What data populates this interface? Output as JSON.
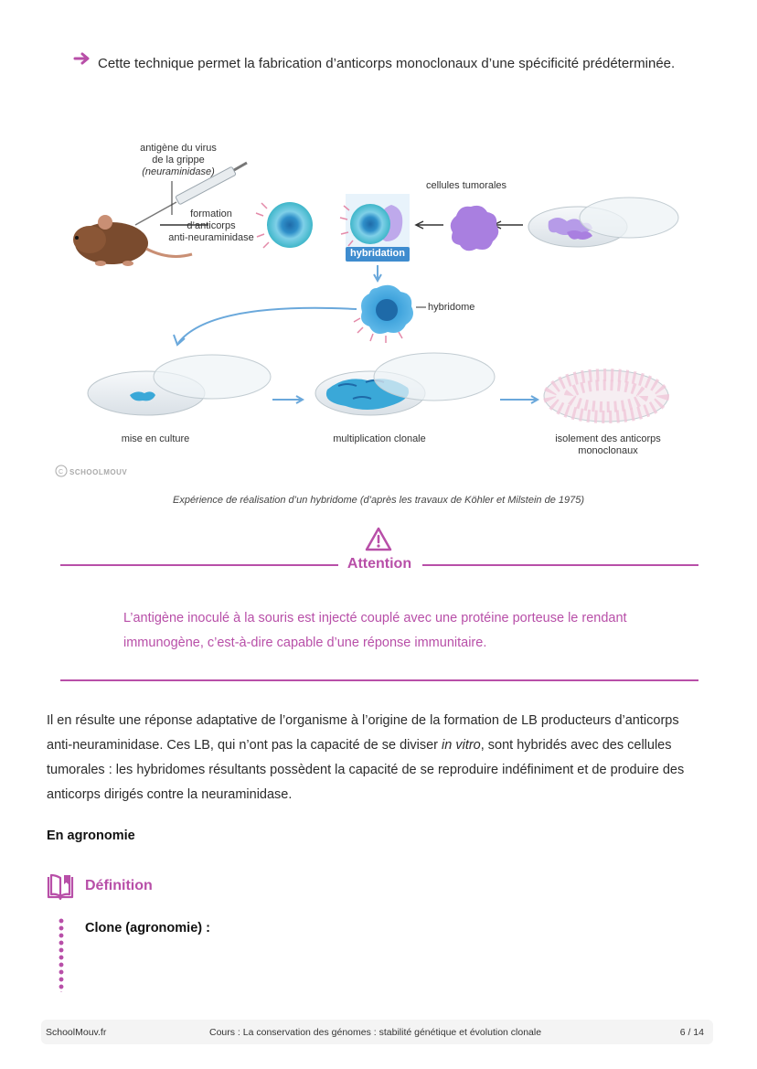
{
  "intro": {
    "bullet_text": "Cette technique permet la fabrication d’anticorps monoclonaux d’une spécificité prédéterminée."
  },
  "figure": {
    "labels": {
      "antigen_line1": "antigène du virus",
      "antigen_line2": "de la grippe",
      "antigen_line3": "(neuraminidase)",
      "formation_line1": "formation",
      "formation_line2": "d’anticorps",
      "formation_line3": "anti-neuraminidase",
      "tumor_cells": "cellules tumorales",
      "hybridation": "hybridation",
      "hybridome": "hybridome",
      "culture": "mise en culture",
      "multiplication": "multiplication clonale",
      "isolation_line1": "isolement des anticorps",
      "isolation_line2": "monoclonaux",
      "brand": "SCHOOLMOUV"
    },
    "caption": "Expérience de réalisation d’un hybridome (d’après les travaux de Köhler et Milstein de 1975)"
  },
  "attention": {
    "title": "Attention",
    "text": "L’antigène inoculé à la souris est injecté couplé avec une protéine porteuse le rendant immunogène, c’est-à-dire capable d’une réponse immunitaire."
  },
  "paragraph": {
    "part1": "Il en résulte une réponse adaptative de l’organisme à l’origine de la formation de LB producteurs d’anticorps anti-neuraminidase. Ces LB, qui n’ont pas la capacité de se diviser ",
    "italic": "in vitro",
    "part2": ", sont hybridés avec des cellules tumorales : les hybridomes résultants possèdent la capacité de se reproduire indéfiniment et de produire des anticorps dirigés contre la neuraminidase."
  },
  "section": {
    "heading": "En agronomie",
    "definition_title": "Définition",
    "clone_title": "Clone (agronomie) :"
  },
  "footer": {
    "site": "SchoolMouv.fr",
    "course": "Cours : La conservation des génomes : stabilité génétique et évolution clonale",
    "page": "6 / 14"
  },
  "colors": {
    "accent": "#b84fa8",
    "cell_blue": "#3aa8d8",
    "tumor_purple": "#a97fe0"
  }
}
